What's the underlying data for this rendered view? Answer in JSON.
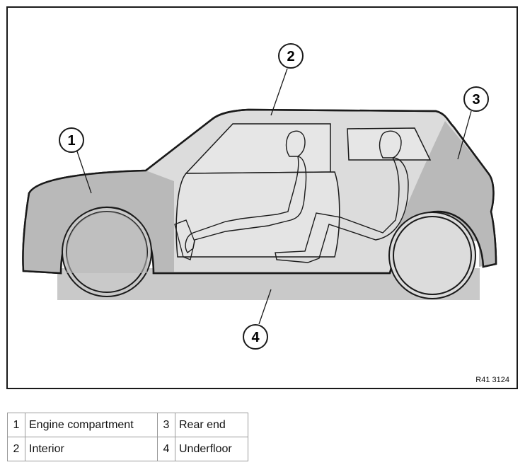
{
  "figure": {
    "reference_code": "R41 3124",
    "callouts": [
      "1",
      "2",
      "3",
      "4"
    ]
  },
  "legend": {
    "rows": [
      [
        {
          "num": "1",
          "label": "Engine compartment"
        },
        {
          "num": "3",
          "label": "Rear end"
        }
      ],
      [
        {
          "num": "2",
          "label": "Interior"
        },
        {
          "num": "4",
          "label": "Underfloor"
        }
      ]
    ]
  },
  "colors": {
    "body_fill": "#dcdcdc",
    "region_fill": "#b9b9b9",
    "outline": "#1a1a1a"
  }
}
